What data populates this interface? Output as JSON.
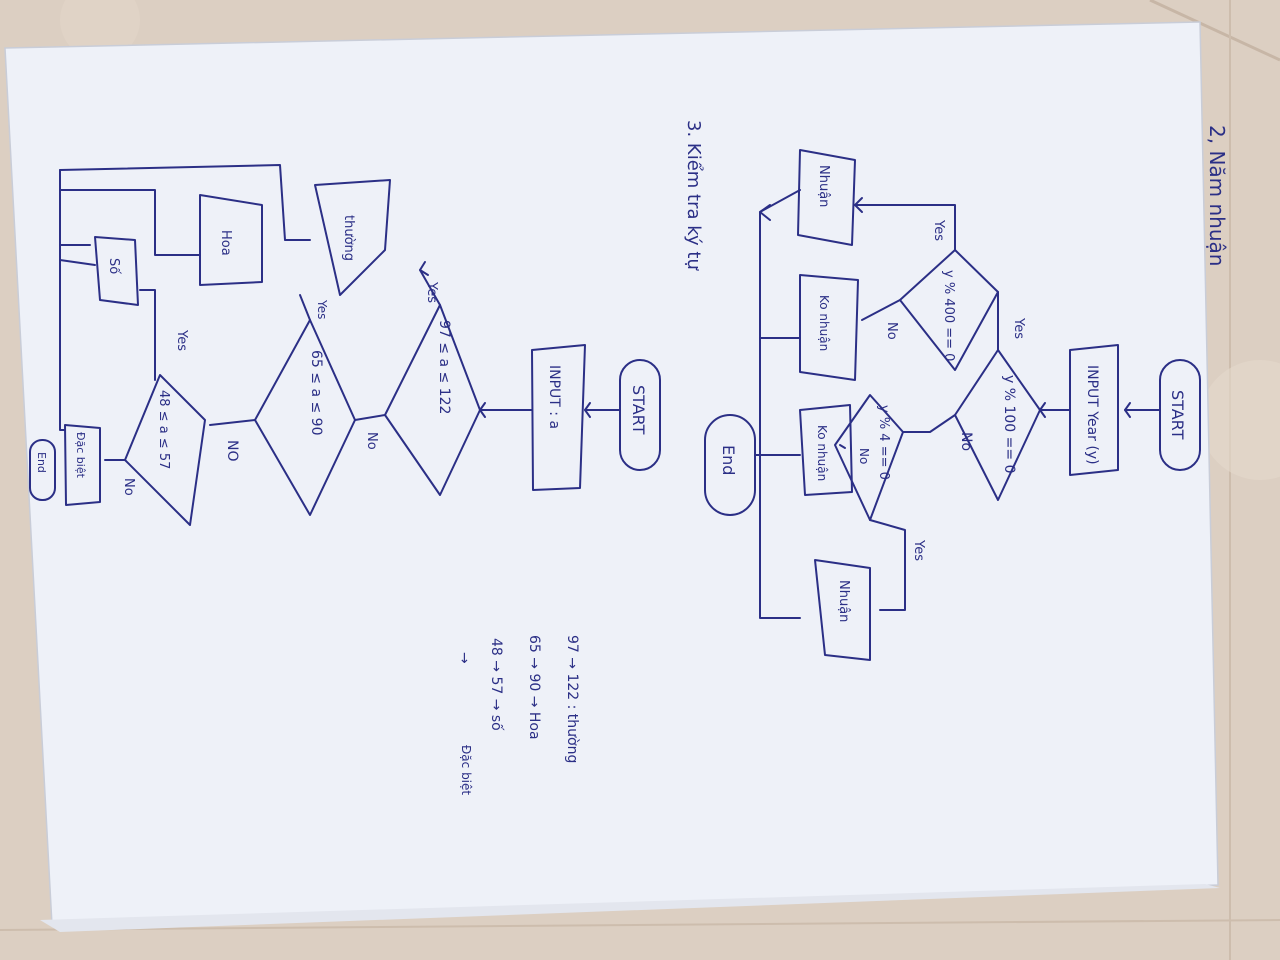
{
  "photo": {
    "subject": "Hand-drawn flowcharts on white paper lying on a tiled floor",
    "background_color": "#d8cbbd",
    "paper_color": "#eef1f8",
    "ink_color": "#2b2f86"
  },
  "section_2": {
    "heading": "2, Năm nhuận",
    "start": "START",
    "input": "INPUT Year (y)",
    "cond_100": "y % 100 == 0",
    "cond_400": "y % 400 == 0",
    "cond_4": "y % 4 == 0",
    "out_nhuan_1": "Nhuận",
    "out_khong_1": "Ko nhuận",
    "out_khong_2": "Ko nhuận",
    "out_nhuan_2": "Nhuận",
    "end": "End",
    "yes_1": "Yes",
    "yes_2": "Yes",
    "yes_3": "Yes",
    "no_1": "No",
    "no_2": "No",
    "no_3": "No"
  },
  "section_3": {
    "heading": "3. Kiểm tra ký tự",
    "start": "START",
    "input": "INPUT : a",
    "cond_1": "97 ≤ a ≤ 122",
    "cond_2": "65 ≤ a ≤ 90",
    "cond_3": "48 ≤ a ≤ 57",
    "out_thuong": "thường",
    "out_hoa": "Hoa",
    "out_so": "Số",
    "out_dacbiet": "Đặc biệt",
    "end": "End",
    "yes_1": "Yes",
    "yes_2": "Yes",
    "yes_3": "Yes",
    "no_1": "No",
    "no_2": "NO",
    "no_3": "No"
  },
  "notes": {
    "line_1": "97 → 122 : thường",
    "line_2": "65 → 90 → Hoa",
    "line_3": "48 → 57 → số",
    "line_4": "→",
    "line_5": "Đặc biệt"
  }
}
